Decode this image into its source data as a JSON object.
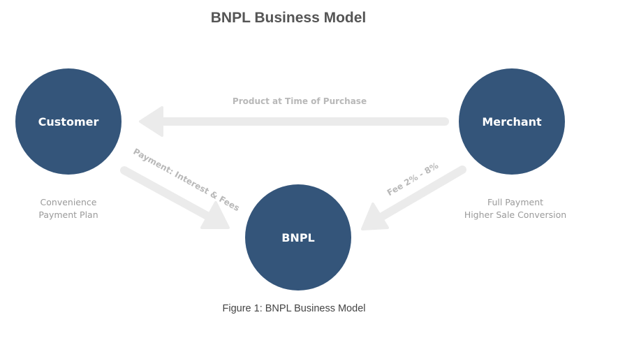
{
  "title": "BNPL Business Model",
  "colors": {
    "node_fill": "#34557a",
    "arrow": "#ebebeb",
    "edge_label": "#b8b8b8",
    "note_text": "#9a9a9a"
  },
  "nodes": {
    "customer": {
      "label": "Customer"
    },
    "merchant": {
      "label": "Merchant"
    },
    "bnpl": {
      "label": "BNPL"
    }
  },
  "edges": {
    "merchant_to_customer": {
      "label": "Product at Time of Purchase"
    },
    "customer_to_bnpl": {
      "label": "Payment: Interest & Fees"
    },
    "merchant_to_bnpl": {
      "label": "Fee 2% - 8%"
    }
  },
  "notes": {
    "customer": [
      "Convenience",
      "Payment Plan"
    ],
    "merchant": [
      "Full Payment",
      "Higher Sale Conversion"
    ]
  },
  "caption": "Figure 1: BNPL Business Model"
}
